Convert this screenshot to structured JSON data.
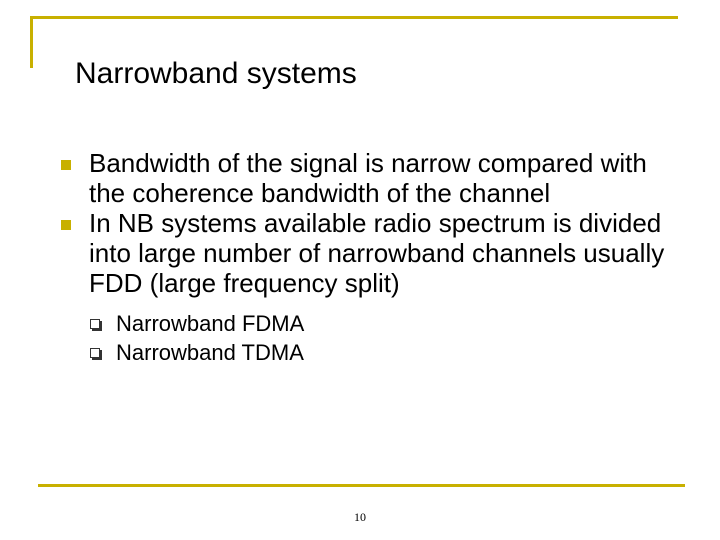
{
  "slide": {
    "title": "Narrowband systems",
    "bullets": [
      {
        "text": "Bandwidth of the signal is narrow compared with the coherence bandwidth of the channel",
        "icon": "square-bullet-icon"
      },
      {
        "text": "In NB systems available radio spectrum is divided into large number of narrowband channels usually FDD (large frequency split)",
        "icon": "square-bullet-icon",
        "sub_bullets": [
          {
            "text": "Narrowband FDMA",
            "icon": "checkbox-bullet-icon"
          },
          {
            "text": "Narrowband TDMA",
            "icon": "checkbox-bullet-icon"
          }
        ]
      }
    ],
    "page_number": "10"
  },
  "colors": {
    "accent": "#c8b000",
    "text": "#000000",
    "background": "#ffffff"
  }
}
